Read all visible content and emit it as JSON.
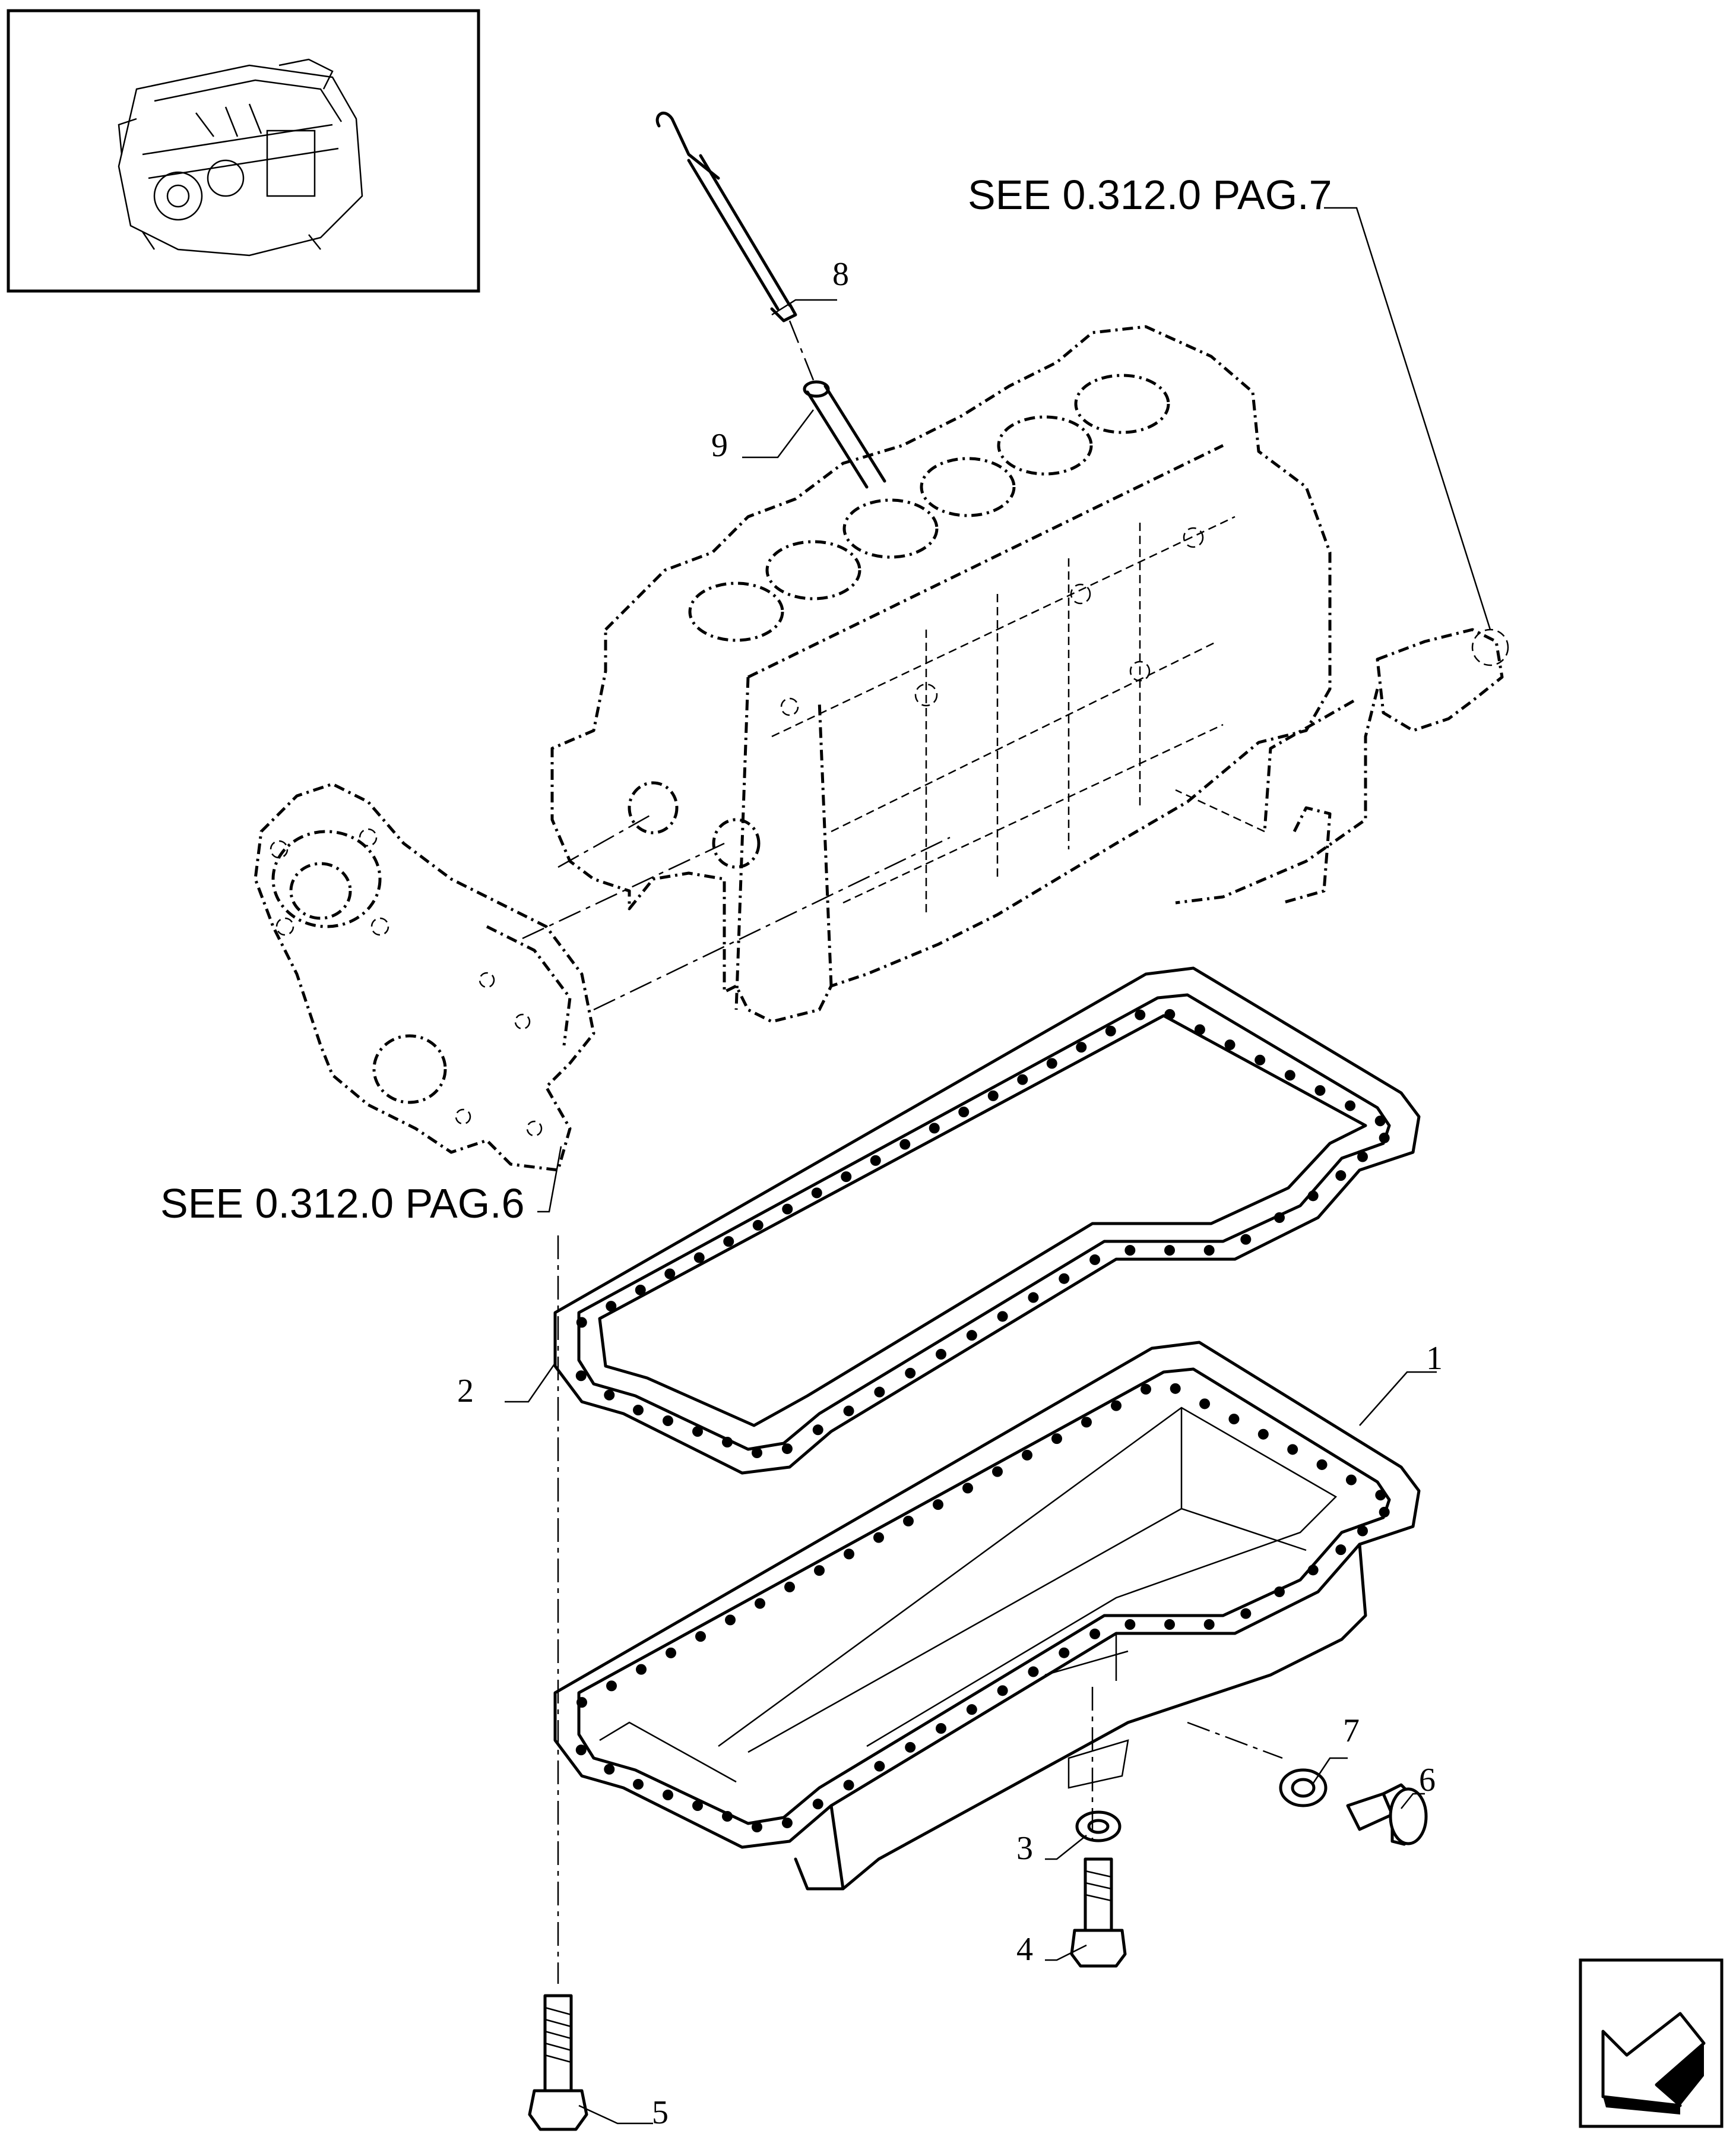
{
  "references": {
    "top": "SEE  0.312.0 PAG.7",
    "bottom": "SEE  0.312.0 PAG.6"
  },
  "callouts": [
    {
      "id": "1",
      "label": "1"
    },
    {
      "id": "2",
      "label": "2"
    },
    {
      "id": "3",
      "label": "3"
    },
    {
      "id": "4",
      "label": "4"
    },
    {
      "id": "5",
      "label": "5"
    },
    {
      "id": "6",
      "label": "6"
    },
    {
      "id": "7",
      "label": "7"
    },
    {
      "id": "8",
      "label": "8"
    },
    {
      "id": "9",
      "label": "9"
    }
  ],
  "icons": {
    "thumbnail": "engine-thumbnail-icon",
    "nav": "back-arrow-icon"
  }
}
